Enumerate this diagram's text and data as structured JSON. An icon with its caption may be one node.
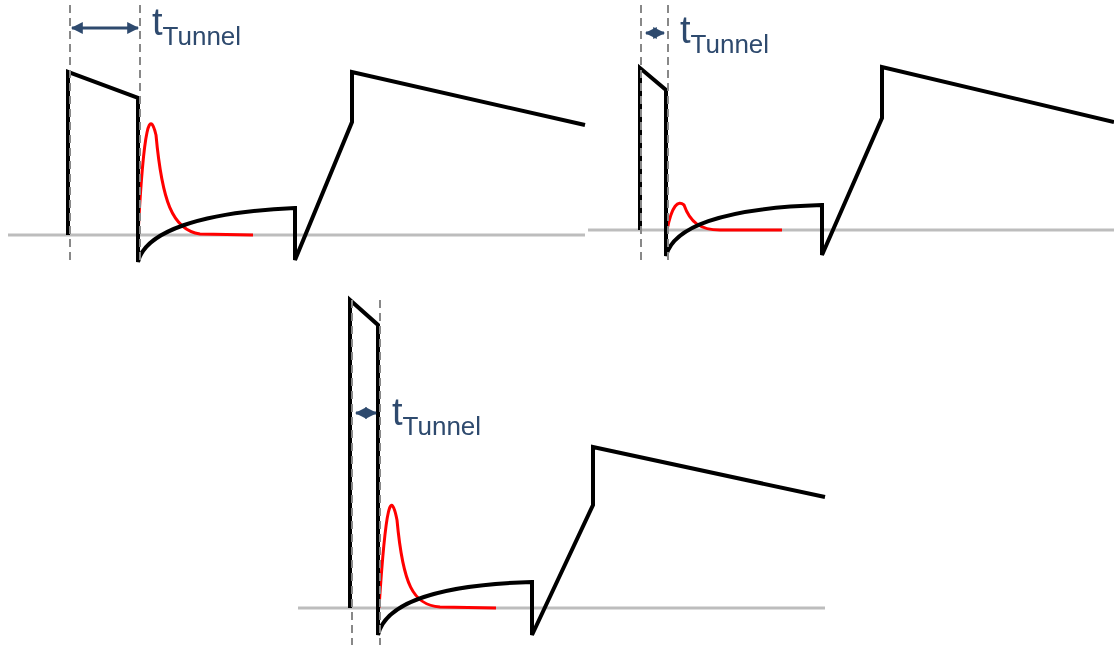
{
  "diagram": {
    "labels": [
      "t$_{Tunnel}$",
      "t$_{Tunnel}$",
      "t$_{Tunnel}$"
    ]
  }
}
